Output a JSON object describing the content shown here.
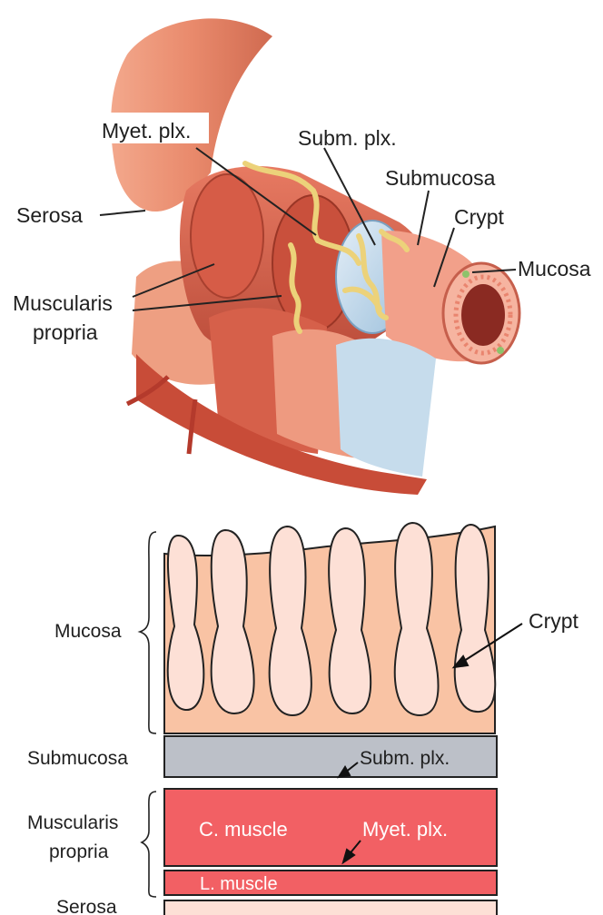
{
  "top_figure": {
    "labels": {
      "myet_plx": "Myet. plx.",
      "subm_plx": "Subm. plx.",
      "submucosa": "Submucosa",
      "serosa": "Serosa",
      "crypt": "Crypt",
      "mucosa": "Mucosa",
      "muscularis_line1": "Muscularis",
      "muscularis_line2": "propria"
    },
    "colors": {
      "serosa": "#e98a6c",
      "muscle": "#d9604b",
      "nerve_plexus": "#ecd27a",
      "submucosa": "#b9d6ea",
      "mucosa": "#f2a08a"
    }
  },
  "bottom_figure": {
    "labels": {
      "mucosa": "Mucosa",
      "crypt": "Crypt",
      "submucosa": "Submucosa",
      "subm_plx": "Subm. plx.",
      "muscularis_line1": "Muscularis",
      "muscularis_line2": "propria",
      "c_muscle": "C. muscle",
      "myet_plx": "Myet. plx.",
      "l_muscle": "L. muscle",
      "serosa": "Serosa"
    },
    "colors": {
      "mucosa": "#f9c3a4",
      "crypt": "#fde0d6",
      "submucosa": "#bcc0c8",
      "muscle": "#f26064",
      "serosa": "#fde0d6"
    }
  }
}
